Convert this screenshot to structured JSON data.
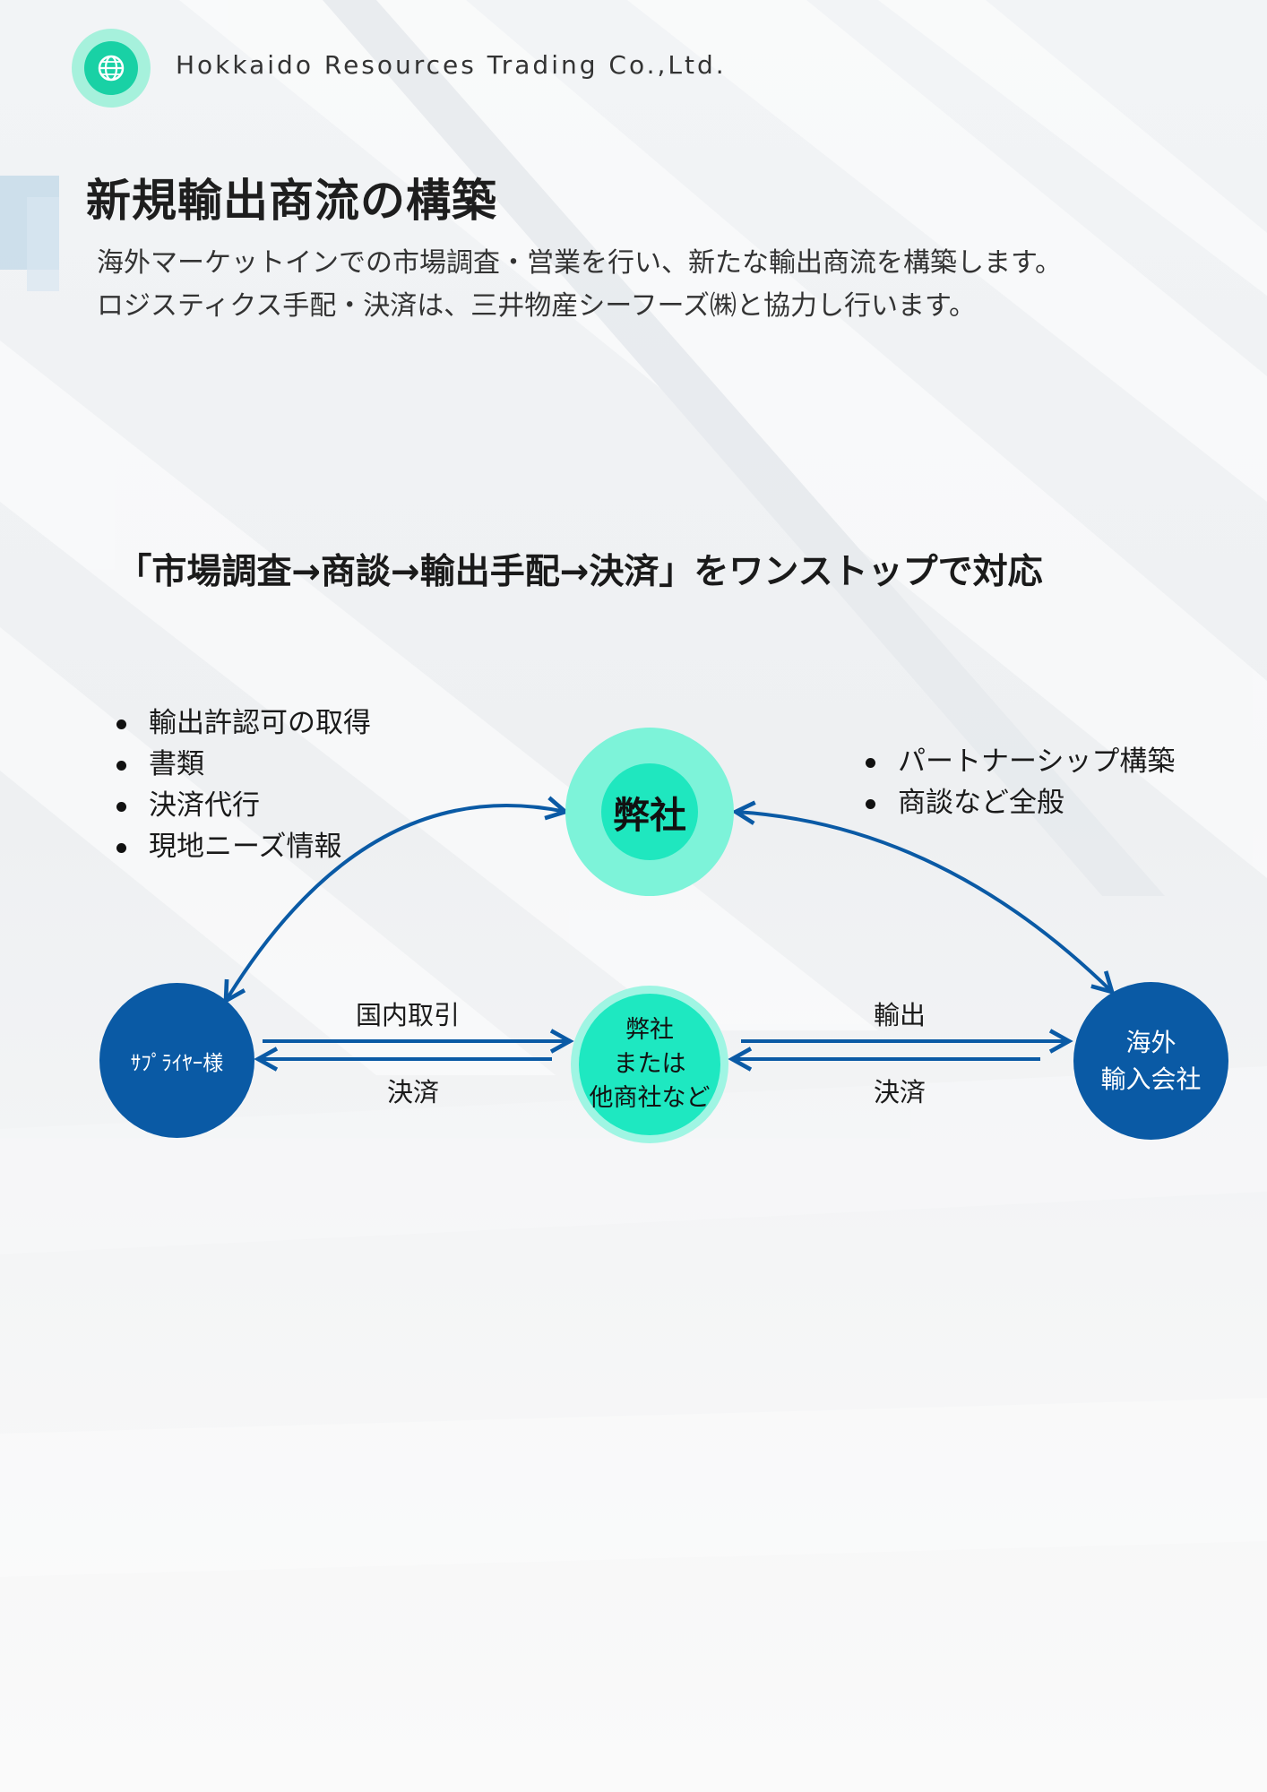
{
  "company": "Hokkaido Resources Trading Co.,Ltd.",
  "page_title": "新規輸出商流の構築",
  "description": [
    "海外マーケットインでの市場調査・営業を行い、新たな輸出商流を構築します。",
    "ロジスティクス手配・決済は、三井物産シーフーズ㈱と協力し行います。"
  ],
  "headline": "「市場調査→商談→輸出手配→決済」をワンストップで対応",
  "left_bullets": [
    "輸出許認可の取得",
    "書類",
    "決済代行",
    "現地ニーズ情報"
  ],
  "right_bullets": [
    "パートナーシップ構築",
    "商談など全般"
  ],
  "nodes": {
    "company": "弊社",
    "supplier": "ｻﾌﾟﾗｲﾔｰ様",
    "middle": [
      "弊社",
      "または",
      "他商社など"
    ],
    "importer": [
      "海外",
      "輸入会社"
    ]
  },
  "edges": {
    "domestic_trade": "国内取引",
    "settlement_left": "決済",
    "export": "輸出",
    "settlement_right": "決済"
  },
  "colors": {
    "dark_blue": "#0a5aa5",
    "teal": "#1fe7bf",
    "light_teal": "#7df3d9",
    "arrow": "#0a5aa5"
  },
  "icons": {
    "logo": "globe-icon"
  }
}
